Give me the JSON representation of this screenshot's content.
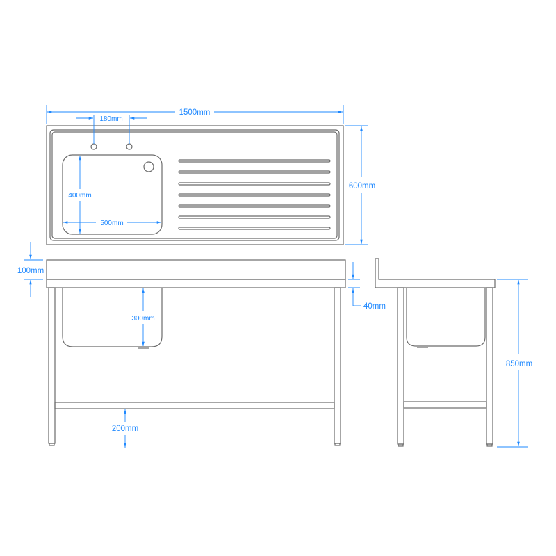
{
  "dimensions": {
    "overall_length": "1500mm",
    "tap_hole_spacing": "180mm",
    "overall_depth": "600mm",
    "bowl_depth_plan": "400mm",
    "bowl_width": "500mm",
    "upstand_height": "100mm",
    "top_thickness": "40mm",
    "bowl_depth": "300mm",
    "shelf_height": "200mm",
    "overall_height": "850mm"
  },
  "colors": {
    "outline": "#6b6b6b",
    "dimension": "#1e88ff"
  }
}
